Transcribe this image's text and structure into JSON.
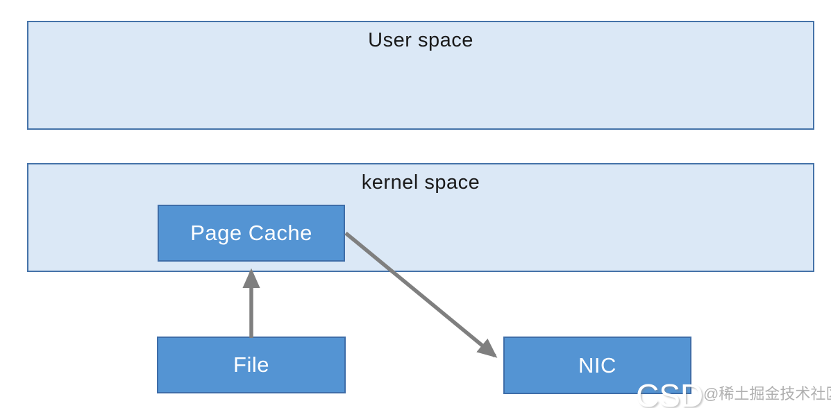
{
  "diagram": {
    "regions": [
      {
        "id": "user-space",
        "label": "User space"
      },
      {
        "id": "kernel-space",
        "label": "kernel space"
      }
    ],
    "nodes": [
      {
        "id": "page-cache",
        "label": "Page Cache"
      },
      {
        "id": "file",
        "label": "File"
      },
      {
        "id": "nic",
        "label": "NIC"
      }
    ],
    "edges": [
      {
        "from": "File",
        "to": "Page Cache",
        "direction": "up"
      },
      {
        "from": "Page Cache",
        "to": "NIC",
        "direction": "down-right"
      }
    ],
    "colors": {
      "region_fill": "#dbe8f6",
      "region_border": "#4472a8",
      "node_fill": "#5494d3",
      "node_border": "#3e6da8",
      "arrow": "#7f7f7f",
      "region_text": "#1a1a1a",
      "node_text": "#ffffff",
      "watermark_gray": "#b0b0b0",
      "watermark_white": "#ffffff"
    },
    "watermarks": {
      "csdn_partial": "CSD",
      "juejin": "@稀土掘金技术社区"
    }
  }
}
